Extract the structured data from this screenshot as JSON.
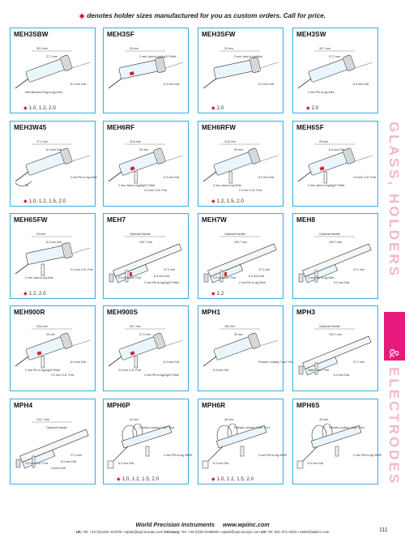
{
  "header": {
    "note": "denotes holder sizes manufactured for you as custom orders. Call for price."
  },
  "side": {
    "top_text": "GLASS, HOLDERS",
    "bottom_text": "& ELECTRODES"
  },
  "cards": [
    {
      "title": "MEH3SBW",
      "sizes": "1.0, 1.2, 2.0",
      "labels": [
        "35.3 mm",
        "27.2 mm",
        "6.3 mm DIA.",
        "Mini-Banana Plug to Ag Wire"
      ]
    },
    {
      "title": "MEH3SF",
      "sizes": "",
      "labels": [
        "29 mm",
        "2 mm Jack to Ag/AgCl Pellet",
        "6.3 mm DIA."
      ]
    },
    {
      "title": "MEH3SFW",
      "sizes": "2.0",
      "labels": [
        "29 mm",
        "2 mm Jack to Ag Wire",
        "6.3 mm DIA."
      ]
    },
    {
      "title": "MEH3SW",
      "sizes": "2.0",
      "labels": [
        "35.7 mm",
        "27.2 mm",
        "6.3 mm DIA.",
        "2 mm Pin to Ag Wire"
      ]
    },
    {
      "title": "MEH3W45",
      "sizes": "1.0, 1.2, 1.5, 2.0",
      "labels": [
        "27.2 mm",
        "6.3 mm DIA.",
        "2 mm Pin to Ag Wire",
        "45"
      ]
    },
    {
      "title": "MEH6RF",
      "sizes": "",
      "labels": [
        "33.6 mm",
        "29 mm",
        "6.3 mm DIA.",
        "2 mm Jack to Ag/AgCl Pellet",
        "2.0 mm O.D. Port"
      ]
    },
    {
      "title": "MEH6RFW",
      "sizes": "1.2, 1.5, 2.0",
      "labels": [
        "33.6 mm",
        "29 mm",
        "6.3 mm DIA.",
        "2 mm Jack to Ag Wire",
        "2.0 mm O.D. Port"
      ]
    },
    {
      "title": "MEH6SF",
      "sizes": "",
      "labels": [
        "29 mm",
        "6.3 mm DIA.",
        "2.0 mm O.D. Port",
        "2 mm Jack to Ag/AgCl Pellet"
      ]
    },
    {
      "title": "MEH6SFW",
      "sizes": "1.2, 2.0",
      "labels": [
        "29 mm",
        "6.3 mm DIA.",
        "2.0 mm O.D. Port",
        "2 mm Jack to Ag Wire"
      ]
    },
    {
      "title": "MEH7",
      "sizes": "",
      "labels": [
        "Optional Handle",
        "103.7 mm",
        "27.2 mm",
        "2.0 mm O.D. Port",
        "2 mm Pin to Ag/AgCl Pellet",
        "6.3 mm DIA."
      ]
    },
    {
      "title": "MEH7W",
      "sizes": "1.2",
      "labels": [
        "Optional Handle",
        "103.7 mm",
        "27.2 mm",
        "2.0 mm O.D. Port",
        "2 mm Pin to Ag Wire",
        "6.3 mm DIA."
      ]
    },
    {
      "title": "MEH8",
      "sizes": "",
      "labels": [
        "Optional Handle",
        "103.7 mm",
        "27.2 mm",
        "2 mm Pin to Ag Wire",
        "6.3 mm DIA."
      ]
    },
    {
      "title": "MEH900R",
      "sizes": "",
      "labels": [
        "33.6 mm",
        "29 mm",
        "6.3 mm DIA.",
        "2 mm Pin to Ag/AgCl Pellet",
        "2.0 mm O.D. Port"
      ]
    },
    {
      "title": "MEH900S",
      "sizes": "",
      "labels": [
        "36.7 mm",
        "27.2 mm",
        "6.3 mm DIA.",
        "2.0 mm O.D. Port",
        "2 mm Pin to Ag/AgCl Pellet"
      ]
    },
    {
      "title": "MPH1",
      "sizes": "",
      "labels": [
        "100 mm",
        "30 mm",
        "Female Locking \"Luer\" Port",
        "6.3 mm DIA."
      ]
    },
    {
      "title": "MPH3",
      "sizes": "",
      "labels": [
        "Optional Handle",
        "103.7 mm",
        "27.2 mm",
        "Male \"Luer\" Port",
        "6.3 mm DIA."
      ]
    },
    {
      "title": "MPH4",
      "sizes": "",
      "labels": [
        "103.7 mm",
        "Optional Handle",
        "27.2 mm",
        "2.0 mm O.D. Port",
        "4.0mm DIA",
        "6.3 mm DIA."
      ]
    },
    {
      "title": "MPH6P",
      "sizes": "1.0, 1.2, 1.5, 2.0",
      "labels": [
        "42 mm",
        "Comes Locking \"Luer\" Port",
        "2 mm PIN to Ag WIRE",
        "6.3 mm DIA."
      ]
    },
    {
      "title": "MPH6R",
      "sizes": "1.0, 1.2, 1.5, 2.0",
      "labels": [
        "46 mm",
        "Female Locking \"Luer\" Port",
        "2 mm PIN to Ag WIRE",
        "6.3 mm DIA."
      ]
    },
    {
      "title": "MPH6S",
      "sizes": "",
      "labels": [
        "42 mm",
        "Female Locking \"Luer\" Port",
        "2 mm PIN to Ag WIRE",
        "6.3 mm DIA."
      ]
    }
  ],
  "footer": {
    "company": "World Precision Instruments",
    "url": "www.wpiinc.com",
    "contacts": [
      {
        "region": "UK:",
        "text": "Tel: +44 (0)1462 424700 • wpiuk@wpi-europe.com"
      },
      {
        "region": "Germany:",
        "text": "Tel: +49 (0)30-6188845 • wpide@wpi-europe.com"
      },
      {
        "region": "US:",
        "text": "Tel: 941-371-1003 • sales@wpiinc.com"
      }
    ],
    "page": "111"
  },
  "colors": {
    "card_border": "#33aee0",
    "accent_red": "#d4202f",
    "side_pink": "#e8197c",
    "side_text": "#f3b6cf"
  }
}
